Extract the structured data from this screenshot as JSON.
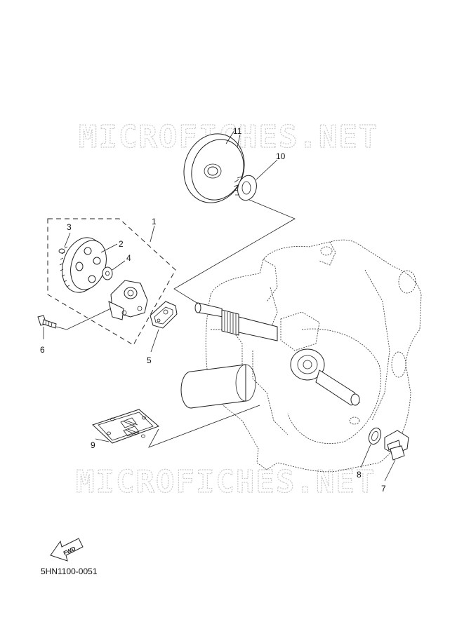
{
  "watermarks": [
    "MICROFICHES.NET",
    "MICROFICHES.NET"
  ],
  "callouts": [
    "1",
    "2",
    "3",
    "4",
    "5",
    "6",
    "7",
    "8",
    "9",
    "10",
    "11"
  ],
  "fwd_label": "FWD",
  "diagram_code": "5HN1100-0051"
}
